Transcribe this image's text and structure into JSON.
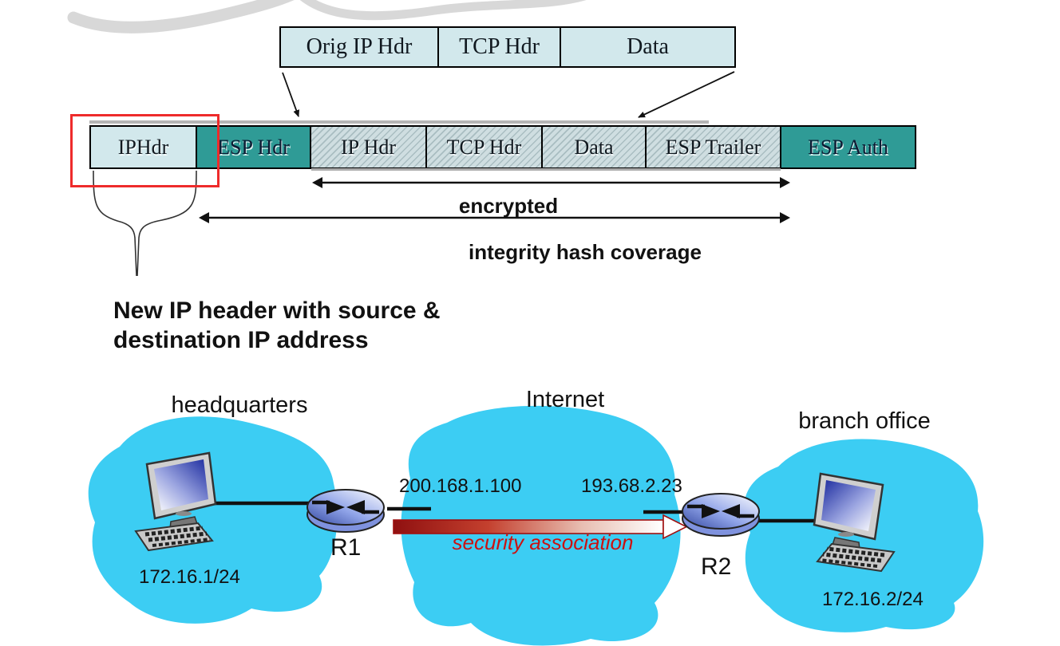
{
  "packet_diagram": {
    "original_packet": {
      "cells": [
        "Orig IP Hdr",
        "TCP Hdr",
        "Data"
      ]
    },
    "tunnel_packet": {
      "cells": [
        "IPHdr",
        "ESP Hdr",
        "IP Hdr",
        "TCP Hdr",
        "Data",
        "ESP Trailer",
        "ESP Auth"
      ]
    },
    "encrypted_label": "encrypted",
    "integrity_label": "integrity hash coverage",
    "annotation_line1": "New IP header with source &",
    "annotation_line2": "destination IP address"
  },
  "network_diagram": {
    "headquarters": {
      "name": "headquarters",
      "subnet": "172.16.1/24"
    },
    "internet": {
      "name": "Internet"
    },
    "branch": {
      "name": "branch office",
      "subnet": "172.16.2/24"
    },
    "router1": {
      "label": "R1",
      "ip": "200.168.1.100"
    },
    "router2": {
      "label": "R2",
      "ip": "193.68.2.23"
    },
    "security_association_label": "security association"
  },
  "colors": {
    "light_cyan_box": "#d2e8ec",
    "teal_box": "#2f9b96",
    "hatch_background": "#cfdee1",
    "site_blob": "#3ccdf3",
    "highlight_rect_red": "#ee2b2b",
    "security_association_red": "#cc1111"
  },
  "icons": {
    "computer": "computer-icon",
    "router": "router-icon"
  }
}
